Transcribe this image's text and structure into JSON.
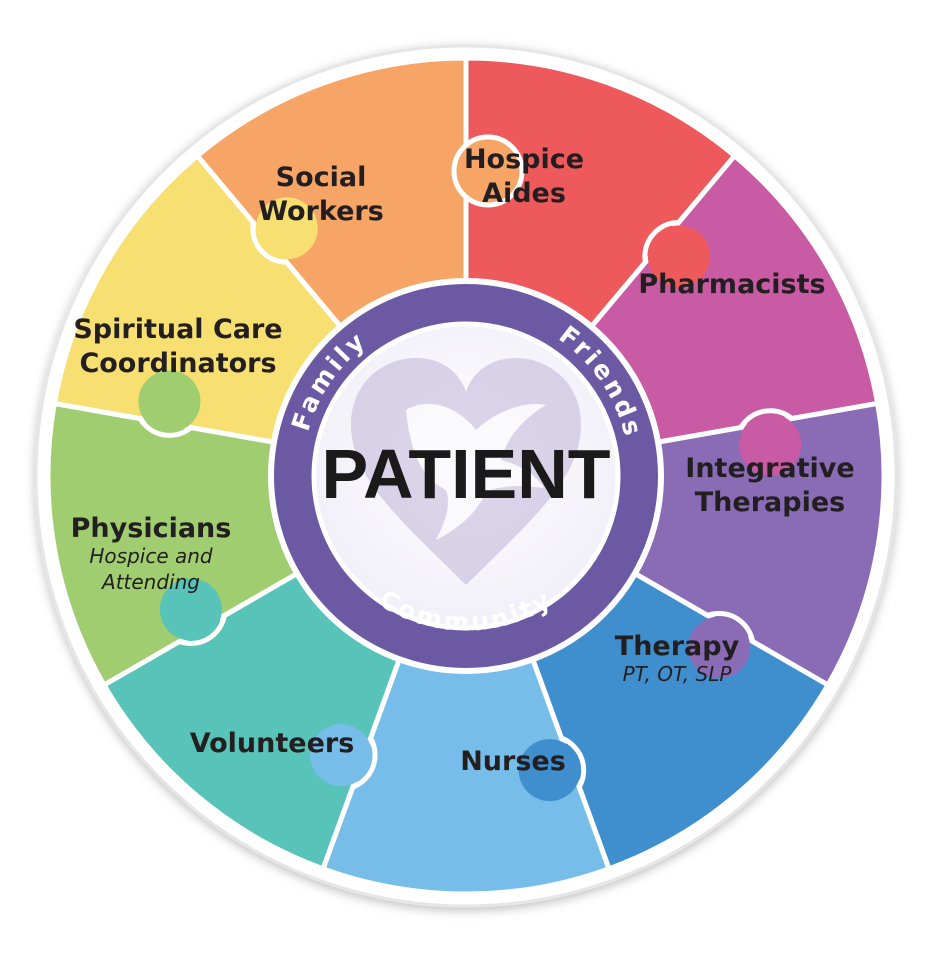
{
  "center": {
    "title": "PATIENT"
  },
  "ring": {
    "top_left": "Family",
    "top_right": "Friends",
    "bottom": "Community"
  },
  "segments": [
    {
      "key": "hospice-aides",
      "lines": [
        "Hospice",
        "Aides"
      ],
      "sub": [],
      "color": "#ee5a5c"
    },
    {
      "key": "pharmacists",
      "lines": [
        "Pharmacists"
      ],
      "sub": [],
      "color": "#c95aa4"
    },
    {
      "key": "integrative-therapies",
      "lines": [
        "Integrative",
        "Therapies"
      ],
      "sub": [],
      "color": "#8a6bb5"
    },
    {
      "key": "therapy",
      "lines": [
        "Therapy"
      ],
      "sub": [
        "PT, OT, SLP"
      ],
      "color": "#3f8fcf"
    },
    {
      "key": "nurses",
      "lines": [
        "Nurses"
      ],
      "sub": [],
      "color": "#76bde9"
    },
    {
      "key": "volunteers",
      "lines": [
        "Volunteers"
      ],
      "sub": [],
      "color": "#58c3b8"
    },
    {
      "key": "physicians",
      "lines": [
        "Physicians"
      ],
      "sub": [
        "Hospice and",
        "Attending"
      ],
      "color": "#9fcd70"
    },
    {
      "key": "spiritual-care-coordinators",
      "lines": [
        "Spiritual Care",
        "Coordinators"
      ],
      "sub": [],
      "color": "#f7df72"
    },
    {
      "key": "social-workers",
      "lines": [
        "Social",
        "Workers"
      ],
      "sub": [],
      "color": "#f6a566"
    }
  ],
  "colors": {
    "ring": "#6b59a3",
    "outline": "#ffffff",
    "heart": "#bdb5d8"
  }
}
